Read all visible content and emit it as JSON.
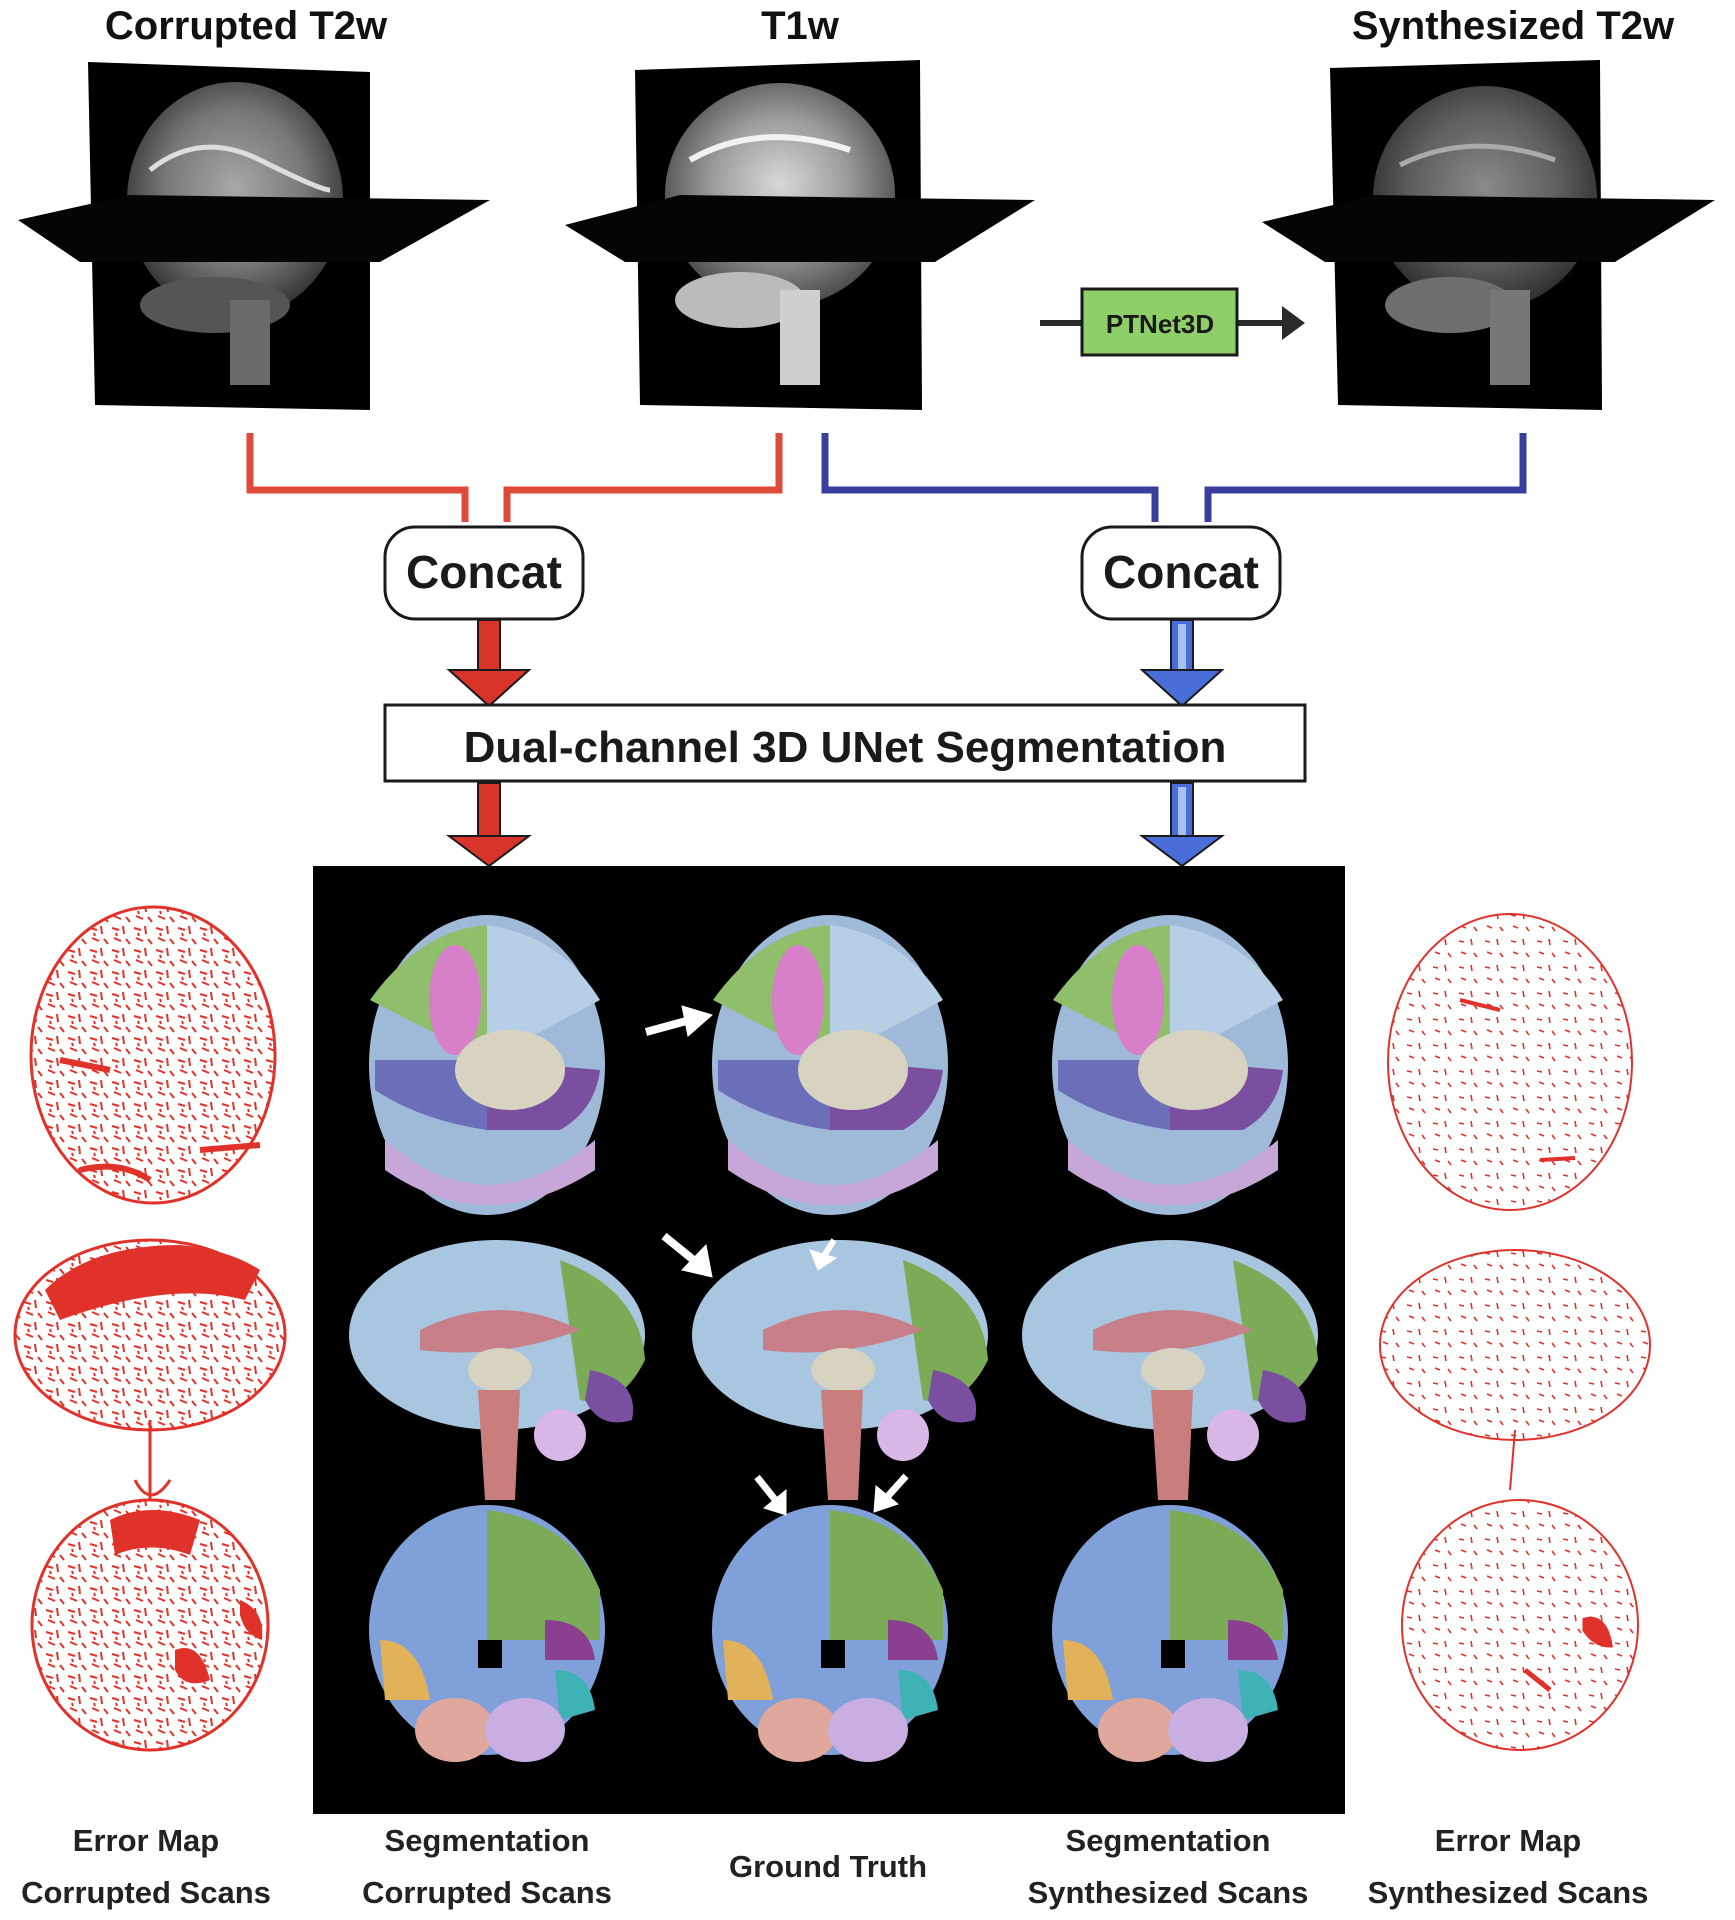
{
  "titles": {
    "corrupted_t2w": "Corrupted T2w",
    "t1w": "T1w",
    "synthesized_t2w": "Synthesized T2w"
  },
  "model_label": "PTNet3D",
  "concat_left": "Concat",
  "concat_right": "Concat",
  "segmentation_box": "Dual-channel 3D UNet Segmentation",
  "captions": {
    "error_map_corrupted": [
      "Error Map",
      "Corrupted Scans"
    ],
    "segmentation_corrupted": [
      "Segmentation",
      "Corrupted Scans"
    ],
    "ground_truth": "Ground Truth",
    "segmentation_synthesized": [
      "Segmentation",
      "Synthesized Scans"
    ],
    "error_map_synthesized": [
      "Error Map",
      "Synthesized Scans"
    ]
  },
  "colors": {
    "corrupted_path": "#e04a3a",
    "synthesized_path": "#3a3f9e",
    "ptnet_box": "#8fcf6a",
    "error_map": "#e0322a",
    "panel_background": "#000000"
  }
}
